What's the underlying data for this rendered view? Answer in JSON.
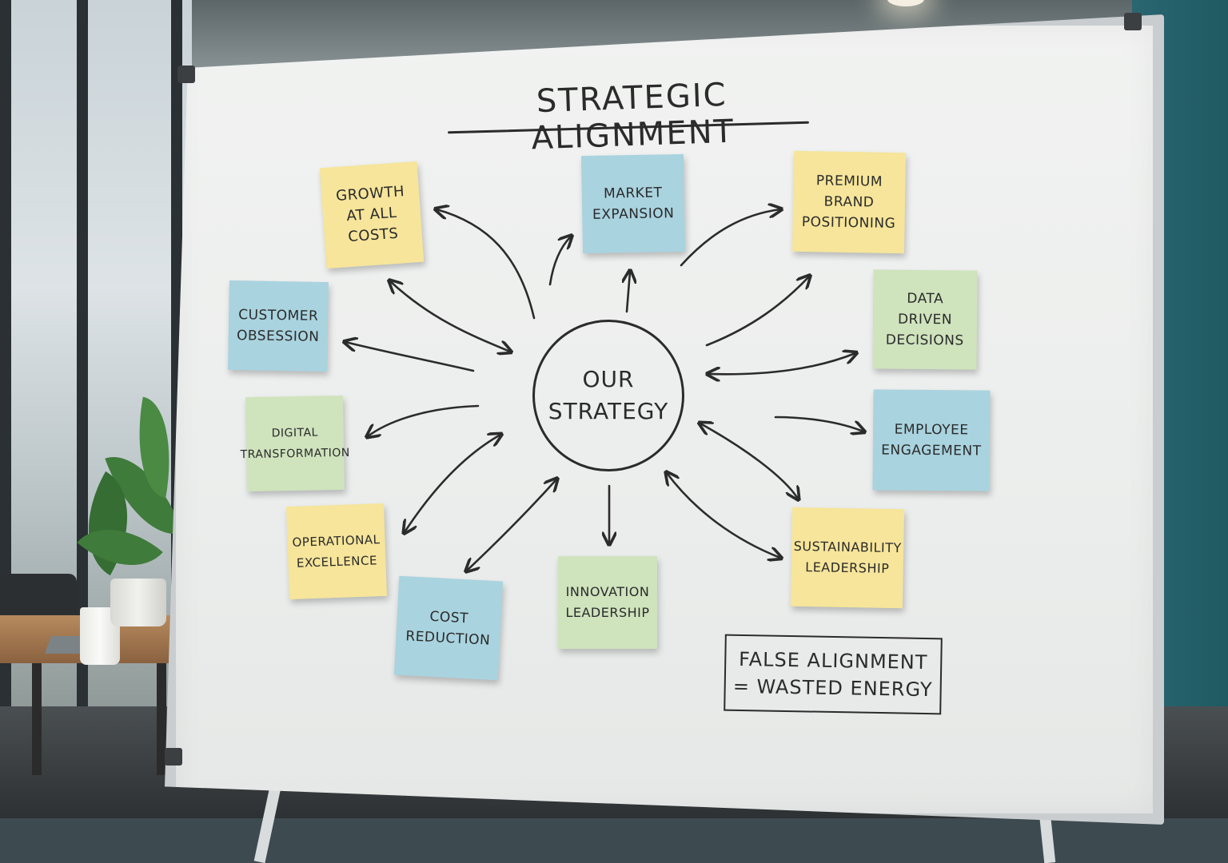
{
  "board": {
    "title": "STRATEGIC ALIGNMENT",
    "center_label": "OUR STRATEGY",
    "tagline": "FALSE ALIGNMENT\n= WASTED ENERGY",
    "notes": [
      {
        "id": "growth",
        "label": "GROWTH AT ALL COSTS",
        "color": "yellow"
      },
      {
        "id": "market",
        "label": "MARKET EXPANSION",
        "color": "blue"
      },
      {
        "id": "premium",
        "label": "PREMIUM BRAND POSITIONING",
        "color": "yellow"
      },
      {
        "id": "customer",
        "label": "CUSTOMER OBSESSION",
        "color": "blue"
      },
      {
        "id": "data",
        "label": "DATA DRIVEN DECISIONS",
        "color": "green"
      },
      {
        "id": "digital",
        "label": "DIGITAL TRANSFORMATION",
        "color": "green"
      },
      {
        "id": "employee",
        "label": "EMPLOYEE ENGAGEMENT",
        "color": "blue"
      },
      {
        "id": "operational",
        "label": "OPERATIONAL EXCELLENCE",
        "color": "yellow"
      },
      {
        "id": "sustainability",
        "label": "SUSTAINABILITY LEADERSHIP",
        "color": "yellow"
      },
      {
        "id": "cost",
        "label": "COST REDUCTION",
        "color": "blue"
      },
      {
        "id": "innovation",
        "label": "INNOVATION LEADERSHIP",
        "color": "green"
      }
    ]
  },
  "colors": {
    "yellow_note": "#f6e59a",
    "blue_note": "#a9d3df",
    "green_note": "#cfe3bd",
    "marker": "#2b2b2b",
    "wall_teal": "#1f5a63"
  }
}
